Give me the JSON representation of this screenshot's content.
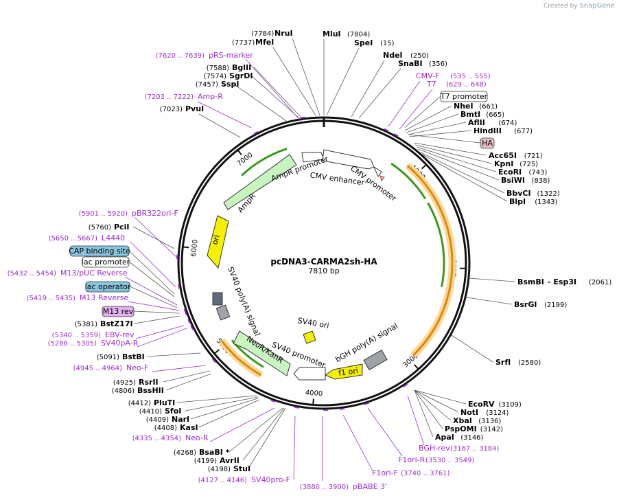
{
  "credit": {
    "prefix": "Created by",
    "brand": "SnapGene"
  },
  "plasmid": {
    "name": "pcDNA3-CARMA2sh-HA",
    "length_label": "7810 bp"
  },
  "ticks": [
    "1000",
    "2000",
    "3000",
    "4000",
    "5000",
    "6000",
    "7000"
  ],
  "enzymes_right": [
    {
      "name": "MluI",
      "pos": "(7804)"
    },
    {
      "name": "SpeI",
      "pos": "(15)"
    },
    {
      "name": "NdeI",
      "pos": "(250)"
    },
    {
      "name": "SnaBI",
      "pos": "(356)"
    },
    {
      "name": "NheI",
      "pos": "(661)"
    },
    {
      "name": "BmtI",
      "pos": "(665)"
    },
    {
      "name": "AflII",
      "pos": "(674)"
    },
    {
      "name": "HindIII",
      "pos": "(677)"
    },
    {
      "name": "Acc65I",
      "pos": "(721)"
    },
    {
      "name": "KpnI",
      "pos": "(725)"
    },
    {
      "name": "EcoRI",
      "pos": "(743)"
    },
    {
      "name": "BsiWI",
      "pos": "(838)"
    },
    {
      "name": "BbvCI",
      "pos": "(1322)"
    },
    {
      "name": "BlpI",
      "pos": "(1343)"
    },
    {
      "name": "BsmBI",
      "pos": ""
    },
    {
      "name": "- Esp3I",
      "pos": "(2061)"
    },
    {
      "name": "BsrGI",
      "pos": "(2199)"
    },
    {
      "name": "SrfI",
      "pos": "(2580)"
    },
    {
      "name": "EcoRV",
      "pos": "(3109)"
    },
    {
      "name": "NotI",
      "pos": "(3124)"
    },
    {
      "name": "XbaI",
      "pos": "(3136)"
    },
    {
      "name": "PspOMI",
      "pos": "(3142)"
    },
    {
      "name": "ApaI",
      "pos": "(3146)"
    }
  ],
  "enzymes_left": [
    {
      "name": "NruI",
      "pos": "(7784)"
    },
    {
      "name": "MfeI",
      "pos": "(7737)"
    },
    {
      "name": "BglII",
      "pos": "(7588)"
    },
    {
      "name": "SgrDI",
      "pos": "(7574)"
    },
    {
      "name": "SspI",
      "pos": "(7457)"
    },
    {
      "name": "PvuI",
      "pos": "(7023)"
    },
    {
      "name": "PciI",
      "pos": "(5760)"
    },
    {
      "name": "BstZ17I",
      "pos": "(5381)"
    },
    {
      "name": "BstBI",
      "pos": "(5091)"
    },
    {
      "name": "RsrII",
      "pos": "(4925)"
    },
    {
      "name": "BssHII",
      "pos": "(4806)"
    },
    {
      "name": "PluTI",
      "pos": "(4412)"
    },
    {
      "name": "SfoI",
      "pos": "(4410)"
    },
    {
      "name": "NarI",
      "pos": "(4409)"
    },
    {
      "name": "KasI",
      "pos": "(4408)"
    },
    {
      "name": "BsaBI *",
      "pos": "(4268)"
    },
    {
      "name": "AvrII",
      "pos": "(4199)"
    },
    {
      "name": "StuI",
      "pos": "(4198)"
    }
  ],
  "primers": [
    {
      "name": "pRS-marker",
      "pos": "(7620 .. 7639)"
    },
    {
      "name": "Amp-R",
      "pos": "(7203 .. 7222)"
    },
    {
      "name": "CMV-F",
      "pos": "(535 .. 555)"
    },
    {
      "name": "T7",
      "pos": "(629 .. 648)"
    },
    {
      "name": "pBR322ori-F",
      "pos": "(5901 .. 5920)"
    },
    {
      "name": "L4440",
      "pos": "(5650 .. 5667)"
    },
    {
      "name": "M13/pUC Reverse",
      "pos": "(5432 .. 5454)"
    },
    {
      "name": "M13 Reverse",
      "pos": "(5419 .. 5435)"
    },
    {
      "name": "EBV-rev",
      "pos": "(5340 .. 5359)"
    },
    {
      "name": "SV40pA-R",
      "pos": "(5286 .. 5305)"
    },
    {
      "name": "Neo-F",
      "pos": "(4945 .. 4964)"
    },
    {
      "name": "Neo-R",
      "pos": "(4335 .. 4354)"
    },
    {
      "name": "SV40pro-F",
      "pos": "(4127 .. 4146)"
    },
    {
      "name": "pBABE 3'",
      "pos": "(3880 .. 3900)"
    },
    {
      "name": "F1ori-F",
      "pos": "(3740 .. 3761)"
    },
    {
      "name": "F1ori-R",
      "pos": "(3530 .. 3549)"
    },
    {
      "name": "BGH-rev",
      "pos": "(3167 .. 3184)"
    }
  ],
  "boxed_features": [
    "T7 promoter",
    "HA",
    "CAP binding site",
    "lac promoter",
    "lac operator",
    "M13 rev"
  ],
  "inner_features": [
    "AmpR promoter",
    "CMV enhancer",
    "CMV promoter",
    "AmpR",
    "ori",
    "SV40 poly(A) signal",
    "SV40 ori",
    "bGH poly(A) signal",
    "f1 ori",
    "SV40 promoter",
    "NeoR/KanR"
  ],
  "colors": {
    "primer": "#9a2bd0",
    "orf": "#3a9a1a",
    "orf_fill": "#c8f4c0",
    "orf_cds": "#e08a00",
    "ori": "#f5ef00",
    "polyA": "#a0a4aa",
    "promoter": "#ffffff",
    "HA_fill": "#e8c0c8",
    "cap_fill": "#88c4dc"
  }
}
